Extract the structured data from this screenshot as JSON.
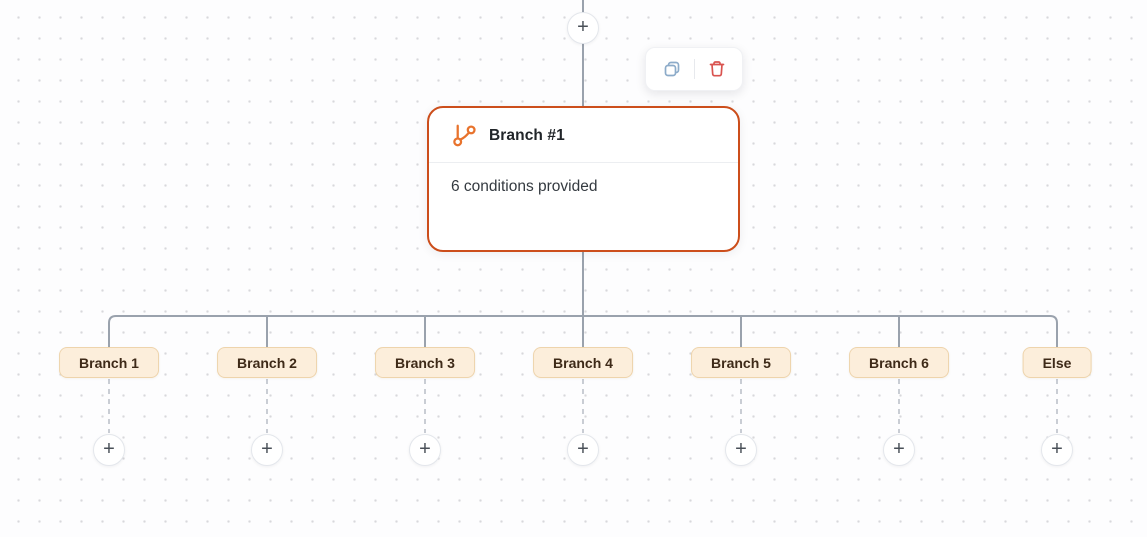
{
  "node": {
    "title": "Branch #1",
    "subtitle": "6 conditions provided",
    "icon": "branch-icon"
  },
  "toolbar": {
    "copy_icon": "copy-icon",
    "delete_icon": "trash-icon"
  },
  "labels": {
    "add": "+"
  },
  "branches": [
    {
      "label": "Branch 1"
    },
    {
      "label": "Branch 2"
    },
    {
      "label": "Branch 3"
    },
    {
      "label": "Branch 4"
    },
    {
      "label": "Branch 5"
    },
    {
      "label": "Branch 6"
    },
    {
      "label": "Else"
    }
  ],
  "colors": {
    "node_border": "#cc4e1b",
    "node_icon": "#e8732d",
    "pill_background": "#fceedb",
    "pill_border": "#eed4ac",
    "pill_text": "#3e2a18",
    "connector_solid": "#9aa2ad",
    "connector_dashed": "#c9cdd4",
    "copy_icon": "#8cabc9",
    "delete_icon": "#d9534f",
    "canvas_dot": "#d8d8db"
  }
}
